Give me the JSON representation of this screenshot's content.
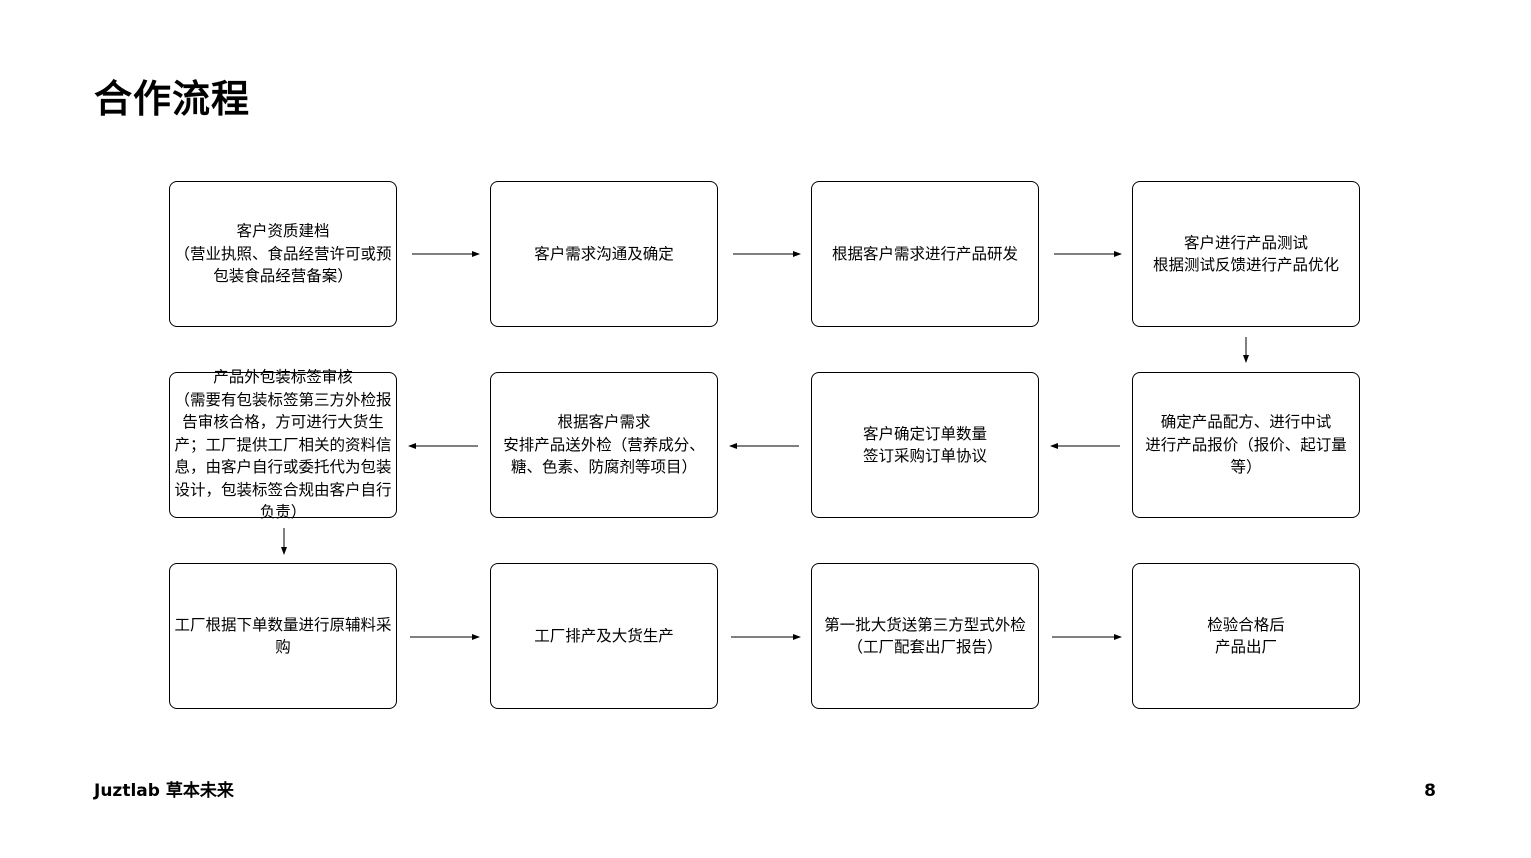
{
  "title": "合作流程",
  "steps": [
    {
      "text": "客户资质建档\n（营业执照、食品经营许可或预包装食品经营备案）"
    },
    {
      "text": "客户需求沟通及确定"
    },
    {
      "text": "根据客户需求进行产品研发"
    },
    {
      "text": "客户进行产品测试\n根据测试反馈进行产品优化"
    },
    {
      "text": "确定产品配方、进行中试\n进行产品报价（报价、起订量等）"
    },
    {
      "text": "客户确定订单数量\n签订采购订单协议"
    },
    {
      "text": "根据客户需求\n安排产品送外检（营养成分、糖、色素、防腐剂等项目）"
    },
    {
      "text": "产品外包装标签审核\n（需要有包装标签第三方外检报告审核合格，方可进行大货生产；工厂提供工厂相关的资料信息，由客户自行或委托代为包装设计，包装标签合规由客户自行负责）"
    },
    {
      "text": "工厂根据下单数量进行原辅料采购"
    },
    {
      "text": "工厂排产及大货生产"
    },
    {
      "text": "第一批大货送第三方型式外检\n（工厂配套出厂报告）"
    },
    {
      "text": "检验合格后\n产品出厂"
    }
  ],
  "footer": {
    "brand": "Juztlab 草本未来",
    "page_number": "8"
  },
  "colors": {
    "line": "#000000",
    "background": "#ffffff"
  }
}
